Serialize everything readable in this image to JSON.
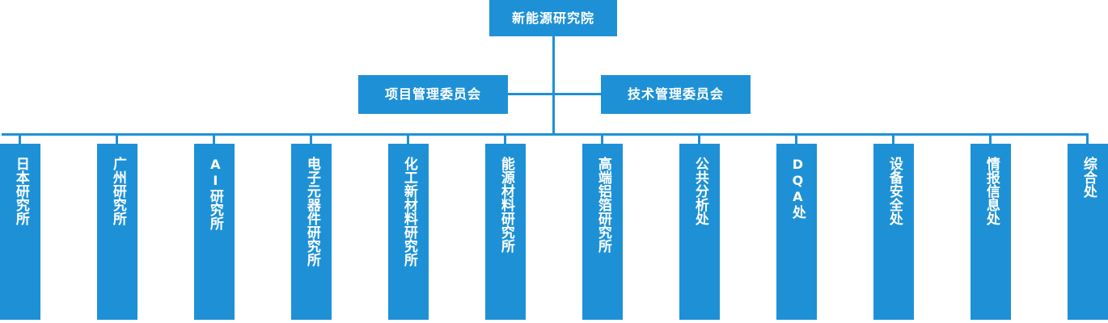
{
  "diagram": {
    "title_node": {
      "label": "新能源研究院"
    },
    "committees": [
      {
        "label": "项目管理委员会"
      },
      {
        "label": "技术管理委员会"
      }
    ],
    "departments": [
      {
        "label": "日本研究所"
      },
      {
        "label": "广州研究所"
      },
      {
        "label": "AI研究所"
      },
      {
        "label": "电子元器件研究所"
      },
      {
        "label": "化工新材料研究所"
      },
      {
        "label": "能源材料研究所"
      },
      {
        "label": "高端铝箔研究所"
      },
      {
        "label": "公共分析处"
      },
      {
        "label": "DQA处"
      },
      {
        "label": "设备安全处"
      },
      {
        "label": "情报信息处"
      },
      {
        "label": "综合处"
      }
    ],
    "colors": {
      "node_fill": "#1e91d6",
      "node_text": "#ffffff",
      "connector": "#1e91d6",
      "background": "#ffffff"
    }
  }
}
